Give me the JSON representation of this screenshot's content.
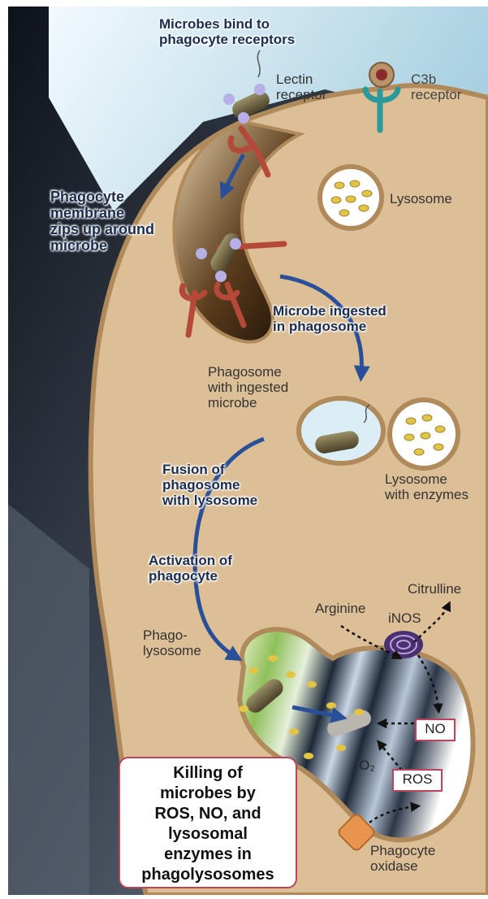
{
  "labels": {
    "step_bind": "Microbes bind to\nphagocyte receptors",
    "lectin": "Lectin\nreceptor",
    "c3b": "C3b\nreceptor",
    "step_zip": "Phagocyte\nmembrane\nzips up around\nmicrobe",
    "lysosome": "Lysosome",
    "step_ingest": "Microbe ingested\nin phagosome",
    "phagosome": "Phagosome\nwith ingested\nmicrobe",
    "lysosome_enzymes": "Lysosome\nwith enzymes",
    "step_fusion": "Fusion of\nphagosome\nwith lysosome",
    "step_activation": "Activation of\nphagocyte",
    "phagolysosome": "Phago-\nlysosome",
    "arginine": "Arginine",
    "citrulline": "Citrulline",
    "inos": "iNOS",
    "no": "NO",
    "ros": "ROS",
    "o2": "O₂",
    "phagocyte_oxidase": "Phagocyte\noxidase",
    "killing": "Killing of\nmicrobes by\nROS, NO, and\nlysosomal\nenzymes in\nphagolysosomes"
  },
  "colors": {
    "cytoplasm": "#dcbf96",
    "membrane": "#b08a5a",
    "background_dark": "#1f2732",
    "sky_light": "#d6ecf4",
    "arrow": "#2a4f99",
    "receptor_red": "#b4493a",
    "receptor_teal": "#2c9a9a",
    "granule": "#e2c544",
    "box_border": "#b8455a"
  }
}
